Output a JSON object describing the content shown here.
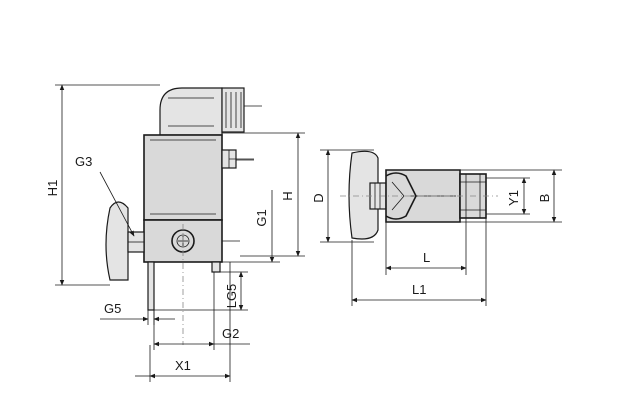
{
  "labels": {
    "h1": "H1",
    "g3": "G3",
    "h": "H",
    "g1": "G1",
    "lg5": "LG5",
    "g5": "G5",
    "g2": "G2",
    "x1": "X1",
    "d": "D",
    "l": "L",
    "l1": "L1",
    "y1": "Y1",
    "b": "B"
  }
}
